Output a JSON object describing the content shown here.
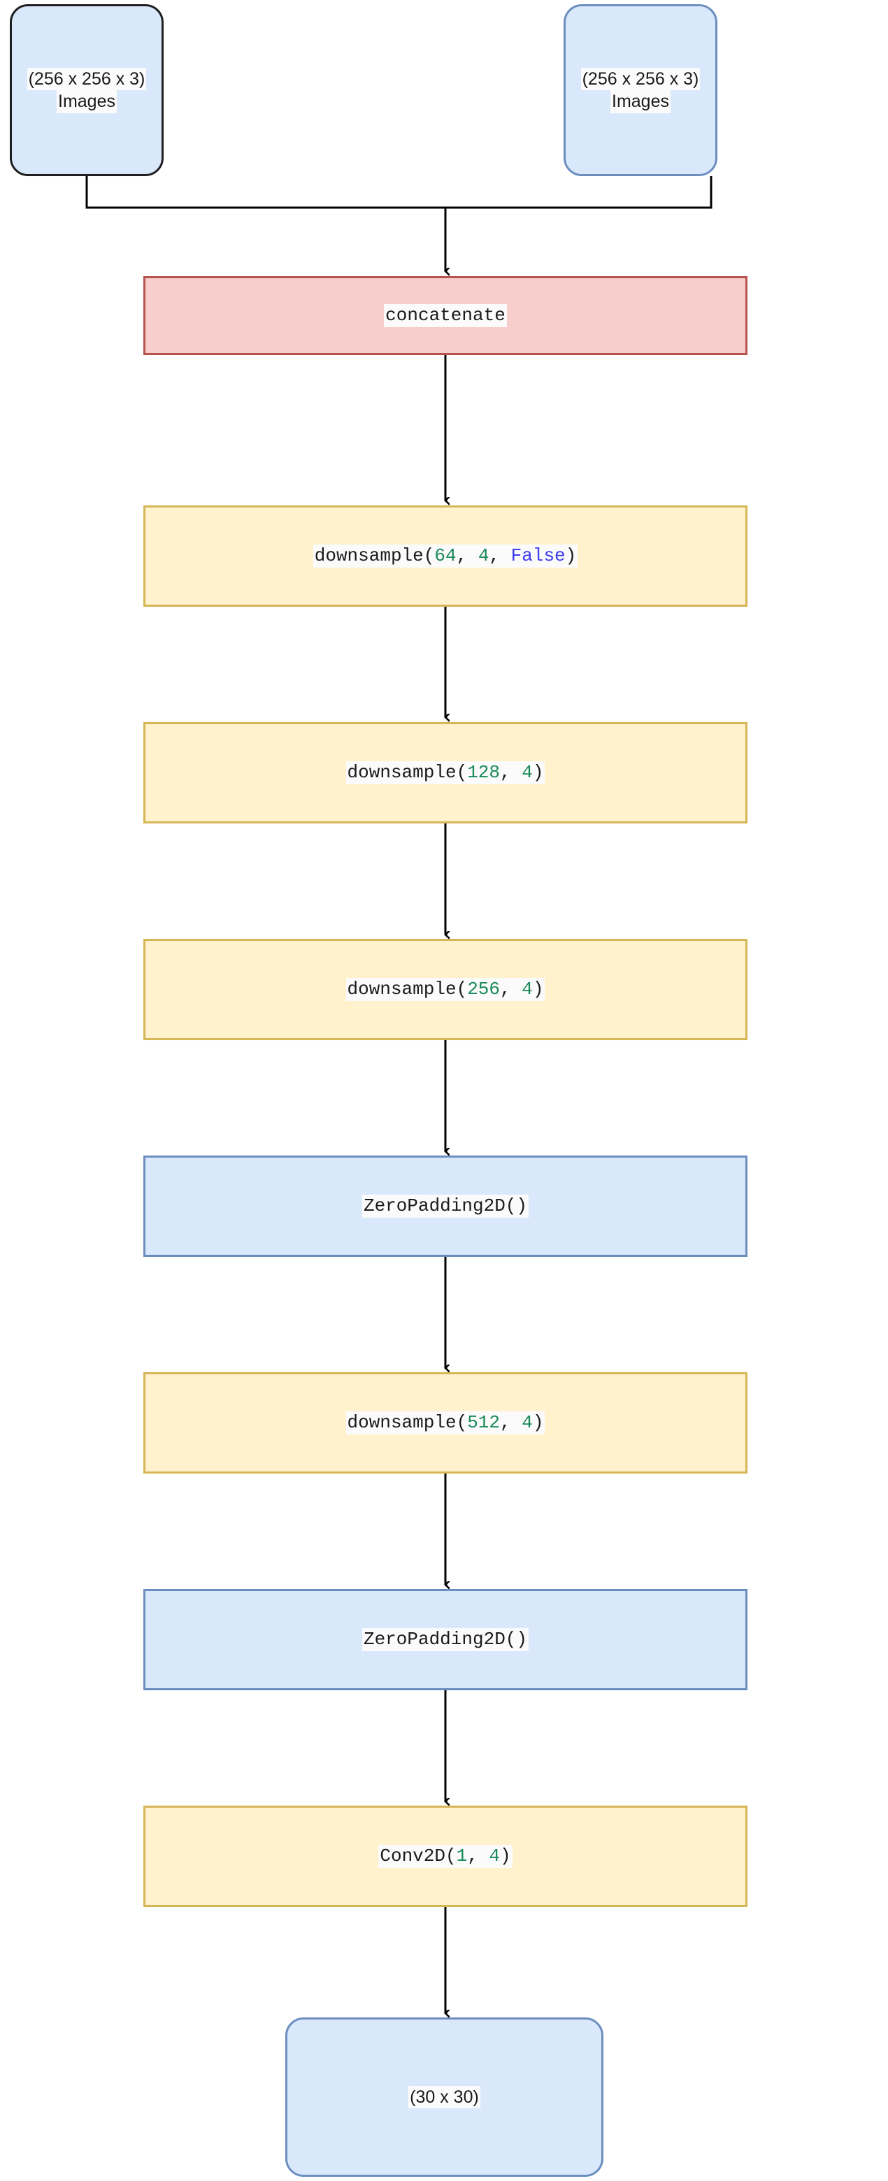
{
  "diagram": {
    "title": "Discriminator architecture flowchart",
    "type": "flowchart",
    "colors": {
      "blue_fill": "#dae8fc",
      "blue_border": "#6c8ebf",
      "dark_border": "#1f1f1f",
      "red_fill": "#f8cecc",
      "red_border": "#b85450",
      "yellow_fill": "#fff2cc",
      "yellow_border": "#d6b656",
      "number_text": "#1a8a5a",
      "keyword_text": "#3b3bf0",
      "edge": "#000000"
    },
    "nodes": [
      {
        "id": "input-left",
        "shape": "rounded-rect",
        "style": "blue-dark-border",
        "line1": "(256 x 256 x 3)",
        "line2": "Images"
      },
      {
        "id": "input-right",
        "shape": "rounded-rect",
        "style": "blue",
        "line1": "(256 x 256 x 3)",
        "line2": "Images"
      },
      {
        "id": "concatenate",
        "shape": "rect",
        "style": "red",
        "label": "concatenate"
      },
      {
        "id": "downsample-64",
        "shape": "rect",
        "style": "yellow",
        "prefix": "downsample(",
        "args": [
          {
            "text": "64",
            "kind": "number"
          },
          {
            "text": ", ",
            "kind": "plain"
          },
          {
            "text": "4",
            "kind": "number"
          },
          {
            "text": ", ",
            "kind": "plain"
          },
          {
            "text": "False",
            "kind": "keyword"
          }
        ],
        "suffix": ")"
      },
      {
        "id": "downsample-128",
        "shape": "rect",
        "style": "yellow",
        "prefix": "downsample(",
        "args": [
          {
            "text": "128",
            "kind": "number"
          },
          {
            "text": ", ",
            "kind": "plain"
          },
          {
            "text": "4",
            "kind": "number"
          }
        ],
        "suffix": ")"
      },
      {
        "id": "downsample-256",
        "shape": "rect",
        "style": "yellow",
        "prefix": "downsample(",
        "args": [
          {
            "text": "256",
            "kind": "number"
          },
          {
            "text": ", ",
            "kind": "plain"
          },
          {
            "text": "4",
            "kind": "number"
          }
        ],
        "suffix": ")"
      },
      {
        "id": "zeropadding-1",
        "shape": "rect",
        "style": "blue",
        "label": "ZeroPadding2D()"
      },
      {
        "id": "downsample-512",
        "shape": "rect",
        "style": "yellow",
        "prefix": "downsample(",
        "args": [
          {
            "text": "512",
            "kind": "number"
          },
          {
            "text": ", ",
            "kind": "plain"
          },
          {
            "text": "4",
            "kind": "number"
          }
        ],
        "suffix": ")"
      },
      {
        "id": "zeropadding-2",
        "shape": "rect",
        "style": "blue",
        "label": "ZeroPadding2D()"
      },
      {
        "id": "conv2d",
        "shape": "rect",
        "style": "yellow",
        "prefix": "Conv2D(",
        "args": [
          {
            "text": "1",
            "kind": "number"
          },
          {
            "text": ", ",
            "kind": "plain"
          },
          {
            "text": "4",
            "kind": "number"
          }
        ],
        "suffix": ")"
      },
      {
        "id": "output",
        "shape": "rounded-rect",
        "style": "blue",
        "label": "(30 x 30)"
      }
    ],
    "labels": {
      "input_left_line1": "(256 x 256 x 3)",
      "input_left_line2": "Images",
      "input_right_line1": "(256 x 256 x 3)",
      "input_right_line2": "Images",
      "concatenate": "concatenate",
      "ds64_prefix": "downsample(",
      "ds64_a1": "64",
      "ds64_sep1": ", ",
      "ds64_a2": "4",
      "ds64_sep2": ", ",
      "ds64_a3": "False",
      "ds64_suffix": ")",
      "ds128_prefix": "downsample(",
      "ds128_a1": "128",
      "ds128_sep1": ", ",
      "ds128_a2": "4",
      "ds128_suffix": ")",
      "ds256_prefix": "downsample(",
      "ds256_a1": "256",
      "ds256_sep1": ", ",
      "ds256_a2": "4",
      "ds256_suffix": ")",
      "zp1": "ZeroPadding2D()",
      "ds512_prefix": "downsample(",
      "ds512_a1": "512",
      "ds512_sep1": ", ",
      "ds512_a2": "4",
      "ds512_suffix": ")",
      "zp2": "ZeroPadding2D()",
      "conv_prefix": "Conv2D(",
      "conv_a1": "1",
      "conv_sep1": ", ",
      "conv_a2": "4",
      "conv_suffix": ")",
      "output": "(30 x 30)"
    }
  }
}
